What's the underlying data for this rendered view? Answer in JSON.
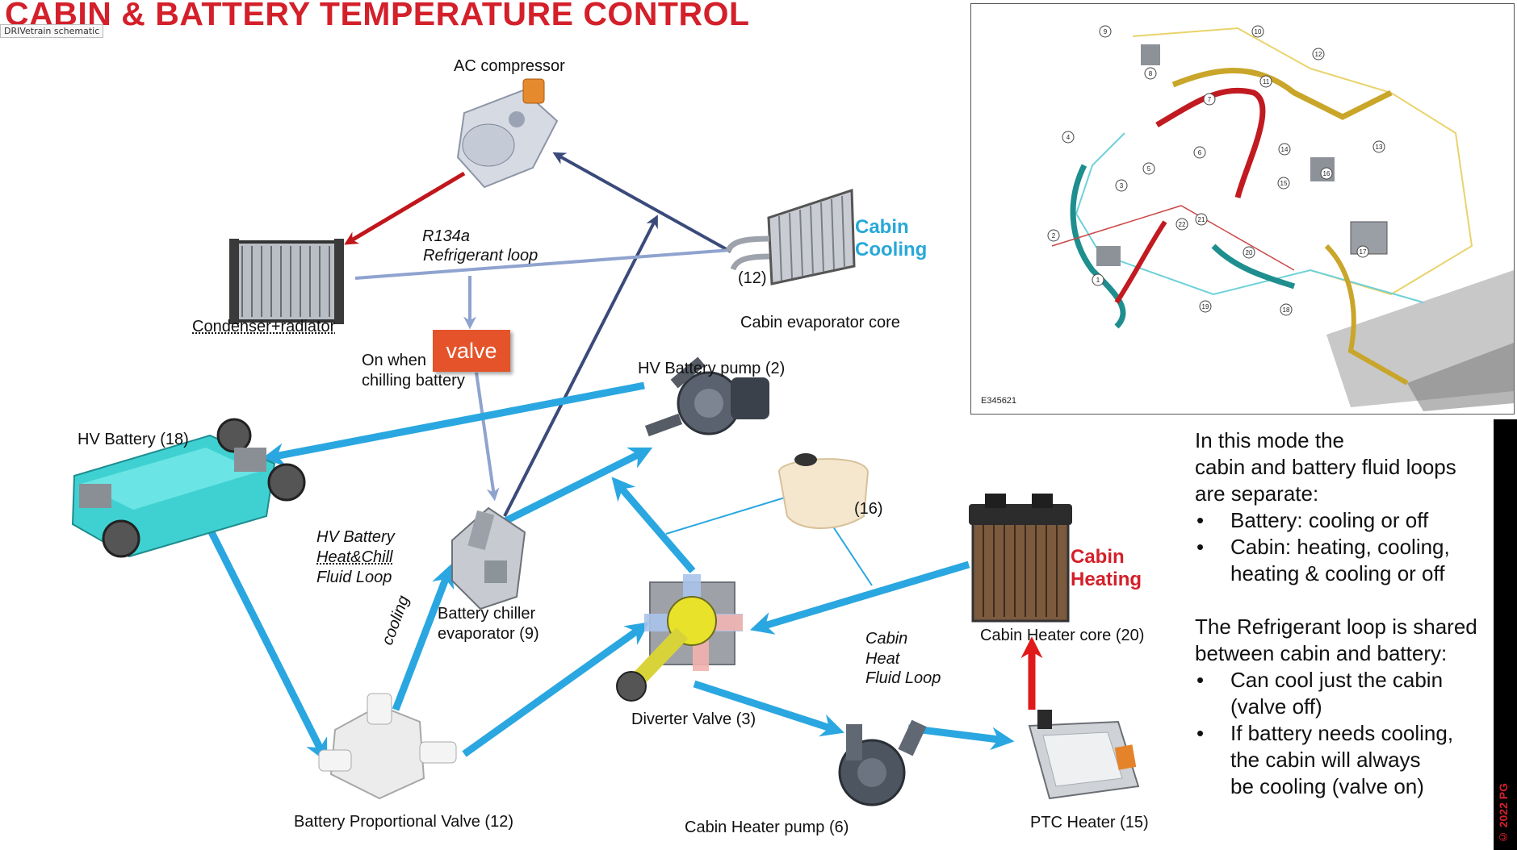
{
  "title": "CABIN & BATTERY TEMPERATURE CONTROL",
  "tag": "DRIVetrain schematic",
  "components": {
    "ac_compressor": "AC compressor",
    "condenser": "Condenser+radiator",
    "cabin_evaporator": "Cabin evaporator core",
    "evaporator_num": "(12)",
    "hv_battery": "HV Battery (18)",
    "hv_battery_pump": "HV Battery pump (2)",
    "battery_chiller_1": "Battery chiller",
    "battery_chiller_2": "evaporator (9)",
    "battery_prop_valve": "Battery Proportional Valve (12)",
    "diverter_valve": "Diverter Valve (3)",
    "reservoir": "(16)",
    "cabin_heater_core": "Cabin Heater core (20)",
    "cabin_heater_pump": "Cabin Heater pump (6)",
    "ptc_heater": "PTC Heater (15)"
  },
  "labels": {
    "refrigerant_1": "R134a",
    "refrigerant_2": "Refrigerant loop",
    "valve": "valve",
    "on_when_1": "On when",
    "on_when_2": "chilling battery",
    "hv_loop_1": "HV Battery",
    "hv_loop_2": "Heat&Chill",
    "hv_loop_3": "Fluid Loop",
    "cooling": "cooling",
    "cabin_loop_1": "Cabin",
    "cabin_loop_2": "Heat",
    "cabin_loop_3": "Fluid Loop",
    "cabin_cooling_1": "Cabin",
    "cabin_cooling_2": "Cooling",
    "cabin_heating_1": "Cabin",
    "cabin_heating_2": "Heating"
  },
  "inset": {
    "code": "E345621",
    "callouts": [
      "9",
      "10",
      "12",
      "8",
      "11",
      "7",
      "4",
      "14",
      "13",
      "6",
      "5",
      "16",
      "3",
      "15",
      "22",
      "21",
      "2",
      "20",
      "17",
      "1",
      "19",
      "18"
    ]
  },
  "notes": {
    "intro_1": "In this mode the",
    "intro_2": "cabin and battery fluid loops",
    "intro_3": "are separate:",
    "b1": "Battery: cooling or off",
    "b2a": "Cabin: heating, cooling,",
    "b2b": "heating & cooling or off",
    "shared_1": "The Refrigerant loop is shared",
    "shared_2": "between cabin and battery:",
    "b3a": "Can cool just the cabin",
    "b3b": "(valve off)",
    "b4a": "If battery needs cooling,",
    "b4b": "the cabin will always",
    "b4c": "be cooling (valve on)"
  },
  "copyright": "© 2022 PG",
  "colors": {
    "title_red": "#d3202a",
    "fluid_blue": "#2aa7e0",
    "refrigerant_navy": "#3a4a7a",
    "refrigerant_light": "#8fa3cf",
    "hot_red": "#e01a1a",
    "valve_orange": "#e5532a"
  }
}
